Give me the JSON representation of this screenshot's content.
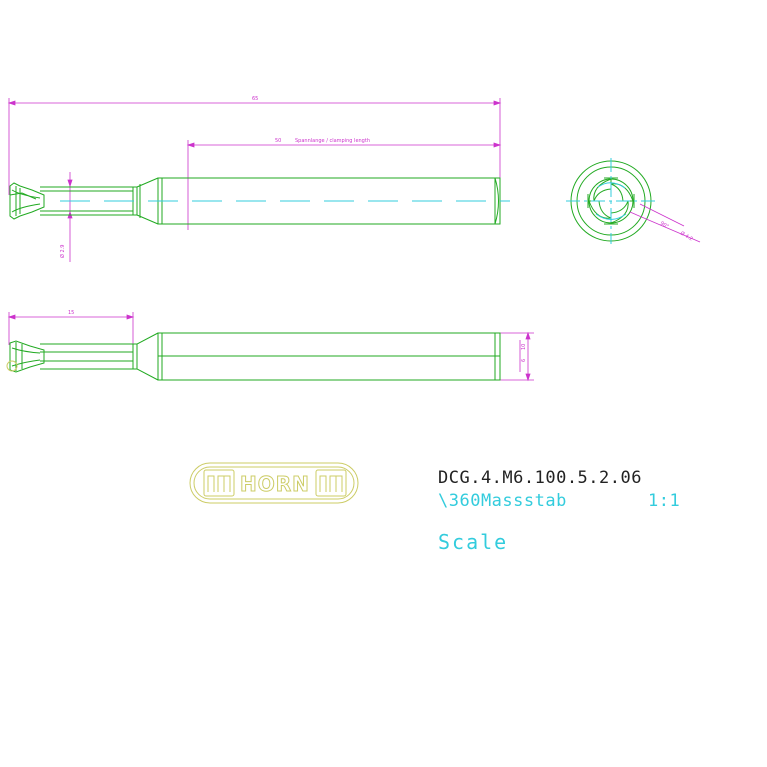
{
  "drawing": {
    "dimensions": {
      "overall_length": "65",
      "clamping_length_value": "50",
      "clamping_length_label": "Spannlange / clamping length",
      "neck_diameter": "Ø 2.9",
      "bottom_length": "15",
      "shank_diameter": "10",
      "shank_height": "6",
      "end_view_angle": "90°",
      "end_view_diameter": "Ø 4.2"
    },
    "logo": {
      "text": "HORN"
    },
    "title_block": {
      "part_number": "DCG.4.M6.100.5.2.06",
      "scale_ref": "\\360Massstab",
      "scale_value": "1:1",
      "scale_label": "Scale"
    },
    "colors": {
      "outline": "#22aa22",
      "dimension": "#cc33cc",
      "centerline": "#33ccdd",
      "logo": "#cccc66",
      "text": "#222222"
    }
  }
}
